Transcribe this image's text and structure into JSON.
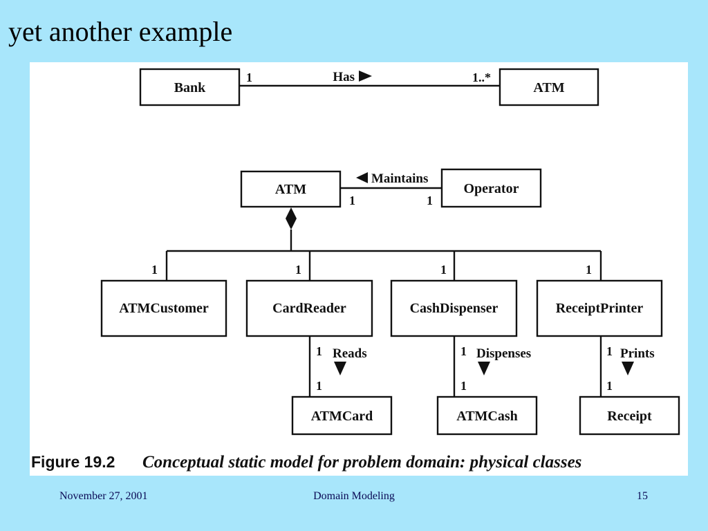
{
  "slide": {
    "title": "yet another example"
  },
  "diagram": {
    "classes": {
      "bank": "Bank",
      "atm_top": "ATM",
      "atm": "ATM",
      "operator": "Operator",
      "atm_customer": "ATMCustomer",
      "card_reader": "CardReader",
      "cash_dispenser": "CashDispenser",
      "receipt_printer": "ReceiptPrinter",
      "atm_card": "ATMCard",
      "atm_cash": "ATMCash",
      "receipt": "Receipt"
    },
    "associations": {
      "has": "Has",
      "maintains": "Maintains",
      "reads": "Reads",
      "dispenses": "Dispenses",
      "prints": "Prints"
    },
    "multiplicities": {
      "bank_has": "1",
      "atm_has": "1..*",
      "atm_maintains": "1",
      "operator_maintains": "1",
      "atm_customer_part": "1",
      "card_reader_part": "1",
      "cash_dispenser_part": "1",
      "receipt_printer_part": "1",
      "card_reader_reads": "1",
      "atm_card_reads": "1",
      "cash_dispenser_dispenses": "1",
      "atm_cash_dispenses": "1",
      "receipt_printer_prints": "1",
      "receipt_prints": "1"
    },
    "figure_number": "Figure 19.2",
    "figure_caption": "Conceptual static model for problem domain: physical classes"
  },
  "footer": {
    "date": "November 27, 2001",
    "topic": "Domain Modeling",
    "page": "15"
  }
}
